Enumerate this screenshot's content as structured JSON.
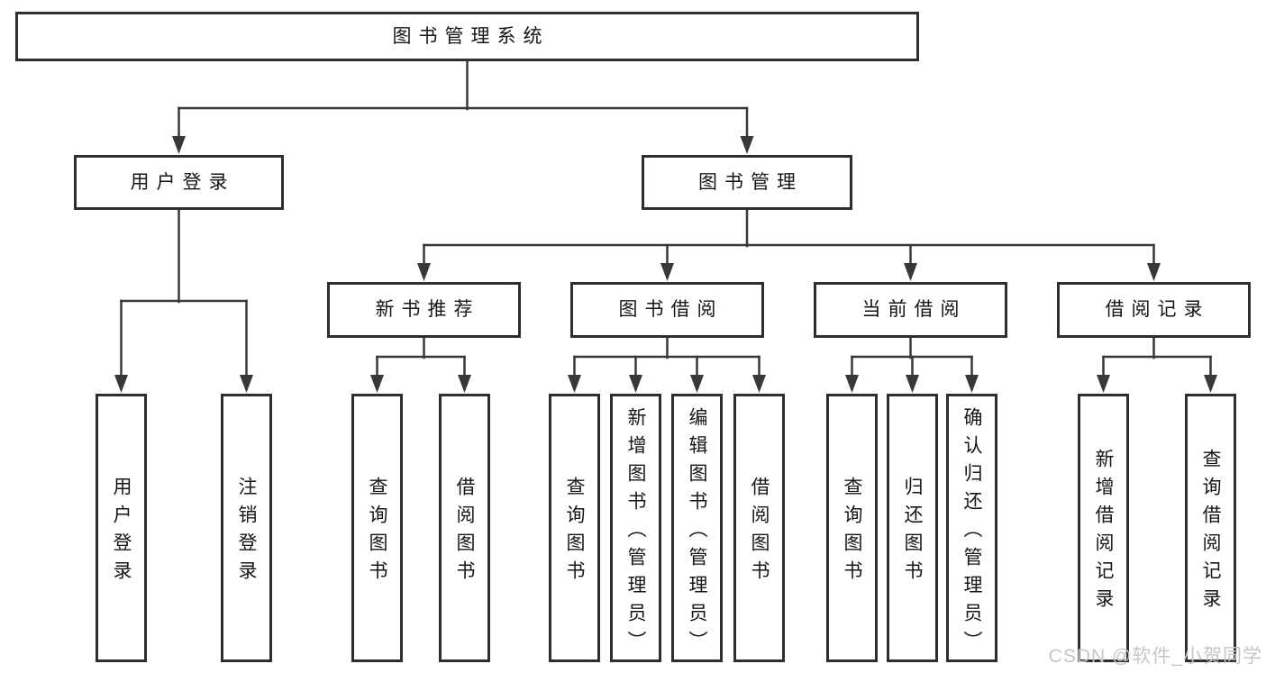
{
  "diagram": {
    "title": "图书管理系统",
    "level2": [
      {
        "label": "用户登录",
        "leaves": [
          "用户登录",
          "注销登录"
        ]
      },
      {
        "label": "图书管理",
        "groups": [
          {
            "label": "新书推荐",
            "leaves": [
              "查询图书",
              "借阅图书"
            ]
          },
          {
            "label": "图书借阅",
            "leaves": [
              "查询图书",
              "新增图书（管理员）",
              "编辑图书（管理员）",
              "借阅图书"
            ]
          },
          {
            "label": "当前借阅",
            "leaves": [
              "查询图书",
              "归还图书",
              "确认归还（管理员）"
            ]
          },
          {
            "label": "借阅记录",
            "leaves": [
              "新增借阅记录",
              "查询借阅记录"
            ]
          }
        ]
      }
    ]
  },
  "watermark": "CSDN @软件_小贺同学",
  "colors": {
    "line": "#383838",
    "box_border": "#2e2e2e",
    "text": "#161616",
    "watermark": "#c6c6c6",
    "background": "#ffffff"
  }
}
